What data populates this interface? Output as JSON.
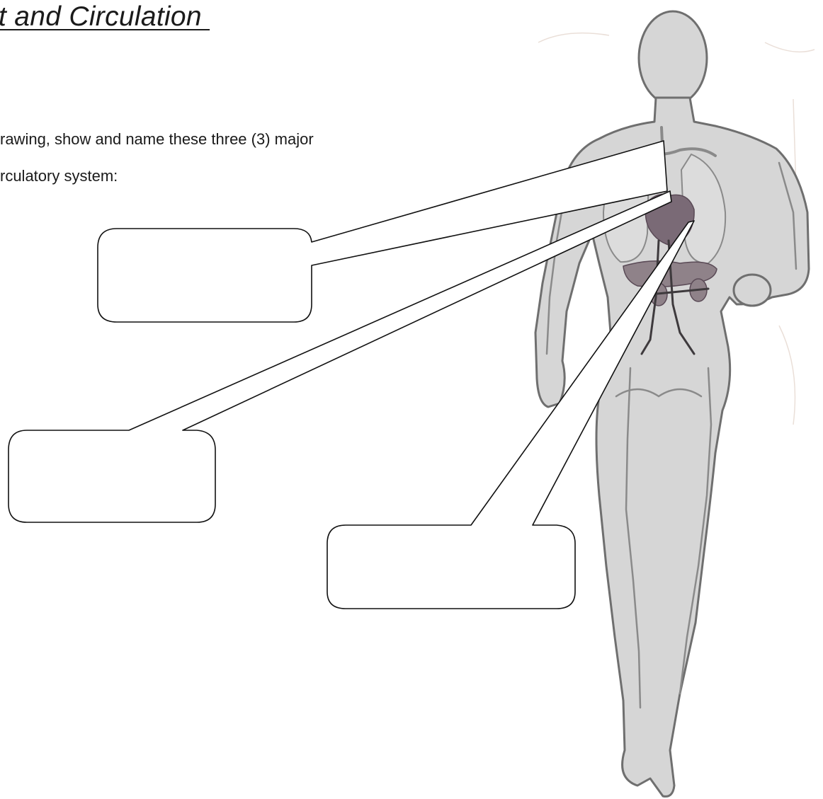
{
  "heading": {
    "title": "t and Circulation "
  },
  "instructions": {
    "line1": "rawing, show and name these three (3) major",
    "line2": "rculatory system:"
  },
  "colors": {
    "skin": "#d6d6d6",
    "outline": "#6f6f6f",
    "heart": "#7a6a76",
    "callout_stroke": "#111111"
  },
  "callouts": [
    {
      "id": "upper",
      "text": ""
    },
    {
      "id": "left",
      "text": ""
    },
    {
      "id": "bottom",
      "text": ""
    }
  ]
}
